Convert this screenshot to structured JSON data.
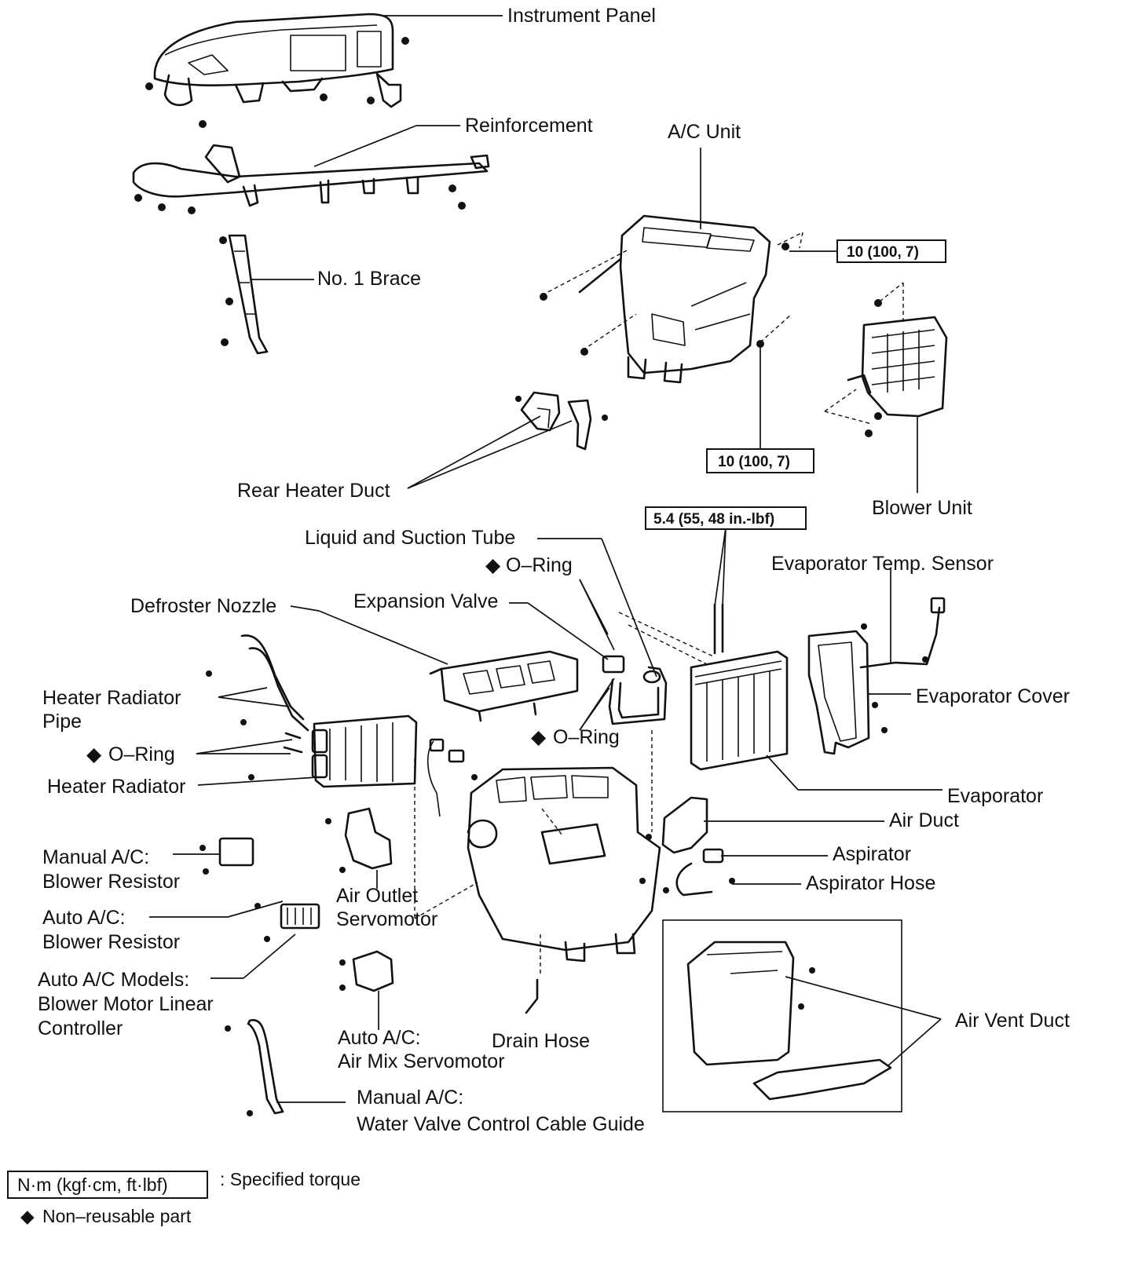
{
  "labels": {
    "instrument_panel": "Instrument Panel",
    "reinforcement": "Reinforcement",
    "ac_unit": "A/C Unit",
    "no1_brace": "No. 1 Brace",
    "rear_heater_duct": "Rear Heater Duct",
    "blower_unit": "Blower Unit",
    "liquid_suction_tube": "Liquid and Suction Tube",
    "o_ring_top": "O–Ring",
    "expansion_valve": "Expansion Valve",
    "defroster_nozzle": "Defroster Nozzle",
    "evaporator_temp_sensor": "Evaporator Temp. Sensor",
    "heater_radiator_pipe_1": "Heater Radiator",
    "heater_radiator_pipe_2": "Pipe",
    "o_ring_left": "O–Ring",
    "o_ring_mid": "O–Ring",
    "heater_radiator": "Heater Radiator",
    "evaporator_cover": "Evaporator Cover",
    "evaporator": "Evaporator",
    "air_duct": "Air Duct",
    "aspirator": "Aspirator",
    "aspirator_hose": "Aspirator Hose",
    "manual_ac_blower_resistor_1": "Manual A/C:",
    "manual_ac_blower_resistor_2": "Blower Resistor",
    "air_outlet_servomotor_1": "Air Outlet",
    "air_outlet_servomotor_2": "Servomotor",
    "auto_ac_blower_resistor_1": "Auto A/C:",
    "auto_ac_blower_resistor_2": "Blower Resistor",
    "blower_motor_controller_1": "Auto A/C Models:",
    "blower_motor_controller_2": "Blower  Motor  Linear",
    "blower_motor_controller_3": "Controller",
    "air_mix_servomotor_1": "Auto A/C:",
    "air_mix_servomotor_2": "Air Mix Servomotor",
    "drain_hose": "Drain Hose",
    "air_vent_duct": "Air Vent Duct",
    "water_valve_guide_1": "Manual A/C:",
    "water_valve_guide_2": "Water Valve Control Cable Guide"
  },
  "torque": {
    "ac_unit_upper": "10 (100, 7)",
    "ac_unit_lower": "10 (100, 7)",
    "evaporator": "5.4 (55, 48 in.-lbf)"
  },
  "symbols": {
    "non_reusable": "◆"
  },
  "legend": {
    "torque_unit": "N·m (kgf·cm, ft·lbf)",
    "torque_desc": ": Specified torque",
    "non_reusable_desc": "Non–reusable part"
  }
}
